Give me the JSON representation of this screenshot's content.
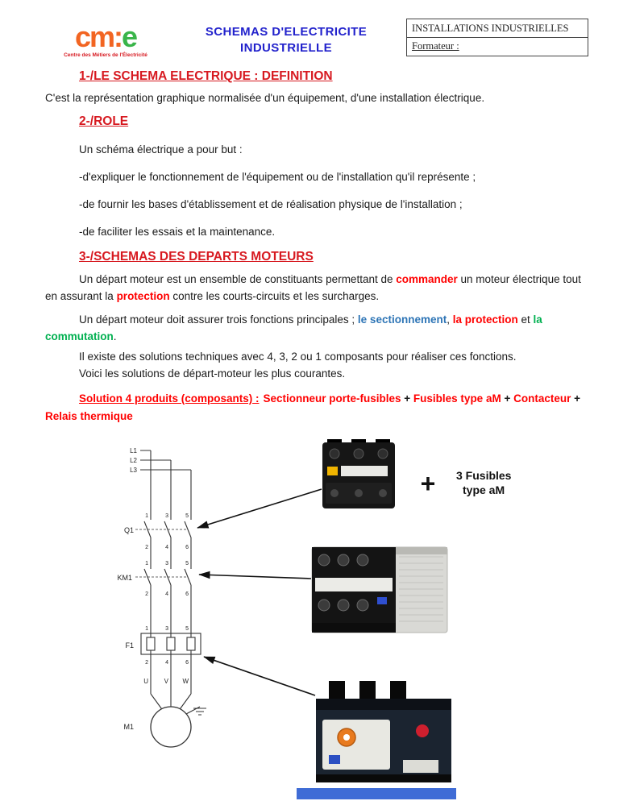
{
  "colors": {
    "title_blue": "#2222cc",
    "heading_red": "#d71920",
    "emphasis_red": "#ff0000",
    "emphasis_blue": "#2e75b6",
    "emphasis_green": "#00b050",
    "logo_orange": "#f26522",
    "logo_green": "#3ab54a"
  },
  "header": {
    "logo": {
      "part1": "cm",
      "part2": ":",
      "part3": "e",
      "subtitle": "Centre des Métiers de l'Électricité"
    },
    "title_line1": "SCHEMAS D'ELECTRICITE",
    "title_line2": "INDUSTRIELLE",
    "info_box": {
      "line1": "INSTALLATIONS INDUSTRIELLES",
      "line2": "Formateur :"
    }
  },
  "section1": {
    "title": "1-/LE SCHEMA ELECTRIQUE : DEFINITION",
    "body": "C'est la représentation graphique normalisée d'un équipement, d'une installation électrique."
  },
  "section2": {
    "title": "2-/ROLE",
    "intro": "Un schéma électrique a pour but :",
    "items": [
      "-d'expliquer le fonctionnement de l'équipement ou de l'installation qu'il représente ;",
      "-de fournir les bases d'établissement et de réalisation physique de l'installation ;",
      "-de faciliter les essais et la maintenance."
    ]
  },
  "section3": {
    "title": "3-/SCHEMAS DES DEPARTS MOTEURS",
    "p1": {
      "t1": "Un départ moteur est un ensemble de constituants permettant de ",
      "commander": "commander",
      "t2": " un moteur électrique tout en assurant la ",
      "protection": "protection",
      "t3": " contre les courts-circuits et les surcharges."
    },
    "p2": {
      "t1": "Un départ moteur doit assurer trois fonctions principales ; ",
      "sectionnement": "le sectionnement",
      "t2": ", ",
      "protection": "la protection",
      "t3": " et ",
      "commutation": "la commutation",
      "t4": "."
    },
    "p3": "Il existe des solutions techniques avec 4, 3, 2 ou 1 composants pour réaliser ces fonctions.",
    "p4": "Voici les solutions de départ-moteur les plus courantes.",
    "solution": {
      "label": "Solution 4 produits (composants) :",
      "c1": "Sectionneur porte-fusibles",
      "plus1": " + ",
      "c2": "Fusibles type aM",
      "plus2": " + ",
      "c3": "Contacteur",
      "plus3": " + ",
      "c4": "Relais thermique"
    }
  },
  "diagram": {
    "phase_labels": [
      "L1",
      "L2",
      "L3"
    ],
    "device_labels": {
      "q1": "Q1",
      "km1": "KM1",
      "f1": "F1",
      "m1": "M1"
    },
    "terminal_labels": [
      "U",
      "V",
      "W"
    ],
    "contact_numbers_top": [
      "1",
      "3",
      "5"
    ],
    "contact_numbers_bottom": [
      "2",
      "4",
      "6"
    ],
    "plus_sign": "+",
    "fusibles_line1": "3 Fusibles",
    "fusibles_line2": "type aM"
  }
}
